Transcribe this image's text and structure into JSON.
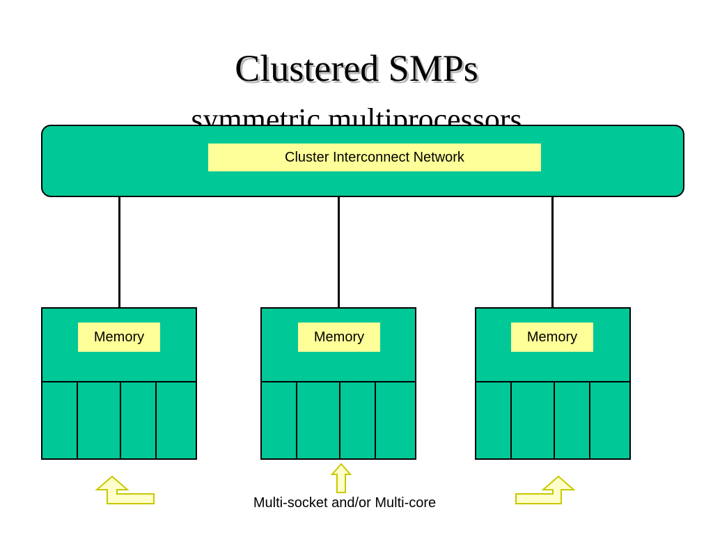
{
  "slide": {
    "title": "Clustered SMPs",
    "subtitle": "symmetric multiprocessors"
  },
  "network": {
    "label": "Cluster Interconnect Network"
  },
  "nodes": [
    {
      "memory_label": "Memory",
      "cores": 4
    },
    {
      "memory_label": "Memory",
      "cores": 4
    },
    {
      "memory_label": "Memory",
      "cores": 4
    }
  ],
  "caption": "Multi-socket and/or Multi-core",
  "colors": {
    "green": "#00c896",
    "label_yellow": "#ffff99",
    "arrow_fill": "#ffffcc",
    "arrow_stroke": "#c8c800"
  }
}
